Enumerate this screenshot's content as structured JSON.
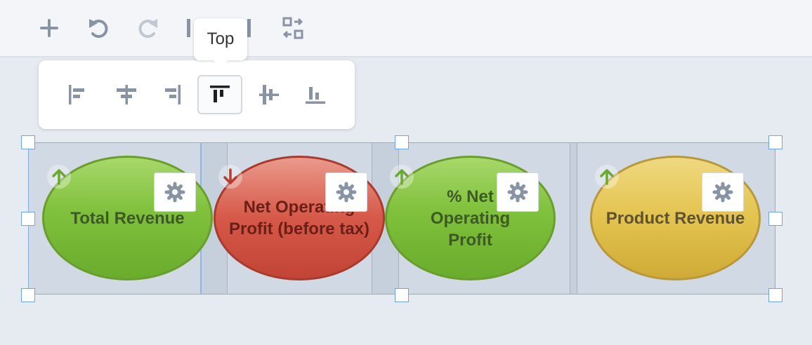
{
  "toolbar": {
    "tools": [
      {
        "icon": "plus-icon"
      },
      {
        "icon": "undo-icon"
      },
      {
        "icon": "redo-icon"
      },
      {
        "icon": "align-icon"
      },
      {
        "icon": "arrange-icon"
      }
    ]
  },
  "tooltip": {
    "text": "Top"
  },
  "align_panel": {
    "options": [
      {
        "icon": "align-left-icon"
      },
      {
        "icon": "align-center-horizontal-icon"
      },
      {
        "icon": "align-right-icon"
      },
      {
        "icon": "align-top-icon",
        "active": true
      },
      {
        "icon": "align-middle-vertical-icon"
      },
      {
        "icon": "align-bottom-icon"
      }
    ]
  },
  "tiles": [
    {
      "label": "Total Revenue",
      "trend": "up",
      "status": "green"
    },
    {
      "label": "Net Operating Profit (before tax)",
      "trend": "down",
      "status": "red"
    },
    {
      "label": "% Net Operating Profit",
      "trend": "up",
      "status": "green"
    },
    {
      "label": "Product Revenue",
      "trend": "up",
      "status": "yellow"
    }
  ],
  "colors": {
    "green": "#7fc03c",
    "red": "#d65848",
    "yellow": "#e3c34e",
    "trend_up": "#6aa832",
    "trend_down": "#b83a2e",
    "selection": "#7fb0ec"
  }
}
